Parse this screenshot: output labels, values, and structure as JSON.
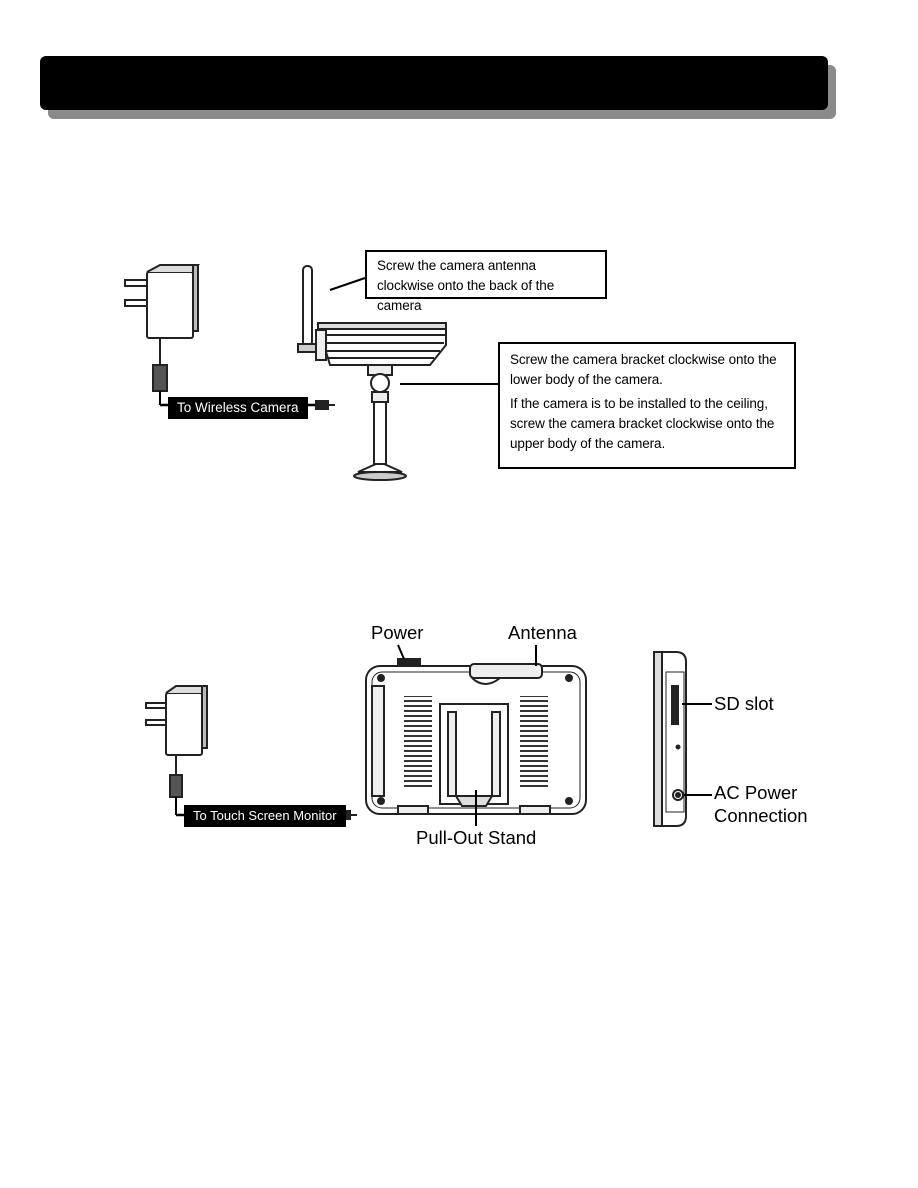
{
  "camera_section": {
    "antenna_note": "Screw the camera antenna clockwise onto the back of the camera",
    "bracket_note_1": "Screw the camera bracket clockwise onto the lower body of the camera.",
    "bracket_note_2": "If the camera is to be installed to the ceiling, screw the camera bracket clockwise onto the upper body of the camera.",
    "cable_label": "To Wireless Camera"
  },
  "monitor_section": {
    "cable_label": "To Touch Screen Monitor",
    "power_label": "Power",
    "antenna_label": "Antenna",
    "stand_label": "Pull-Out Stand",
    "sd_label": "SD slot",
    "ac_label_1": "AC Power",
    "ac_label_2": "Connection"
  }
}
